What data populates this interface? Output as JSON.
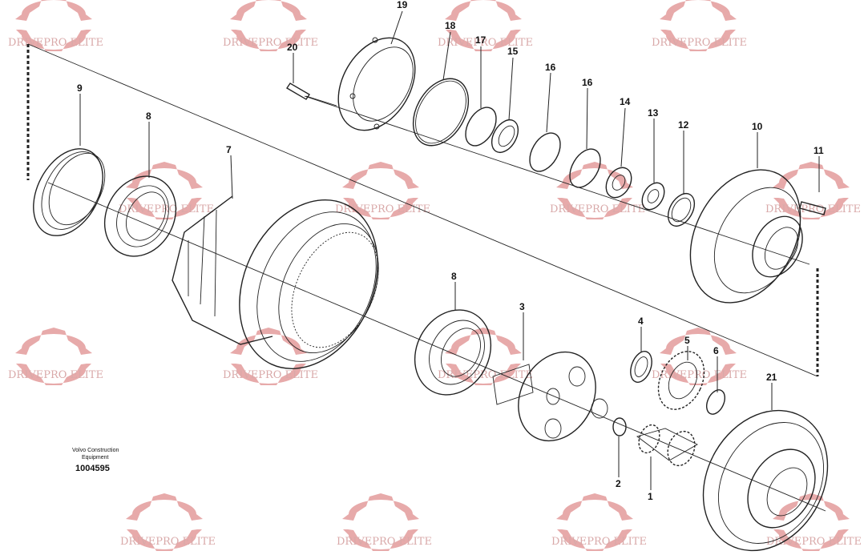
{
  "watermark": {
    "text": "DRIVEPRO ELITE",
    "color": "#e7aaaa"
  },
  "publisher": {
    "line1": "Volvo Construction",
    "line2": "Equipment",
    "number": "1004595"
  },
  "callouts": {
    "c1": "1",
    "c2": "2",
    "c3": "3",
    "c4": "4",
    "c5": "5",
    "c6": "6",
    "c7": "7",
    "c8a": "8",
    "c8b": "8",
    "c9": "9",
    "c10": "10",
    "c11": "11",
    "c12": "12",
    "c13": "13",
    "c14": "14",
    "c15": "15",
    "c16a": "16",
    "c16b": "16",
    "c17": "17",
    "c18": "18",
    "c19": "19",
    "c20": "20",
    "c21": "21"
  }
}
